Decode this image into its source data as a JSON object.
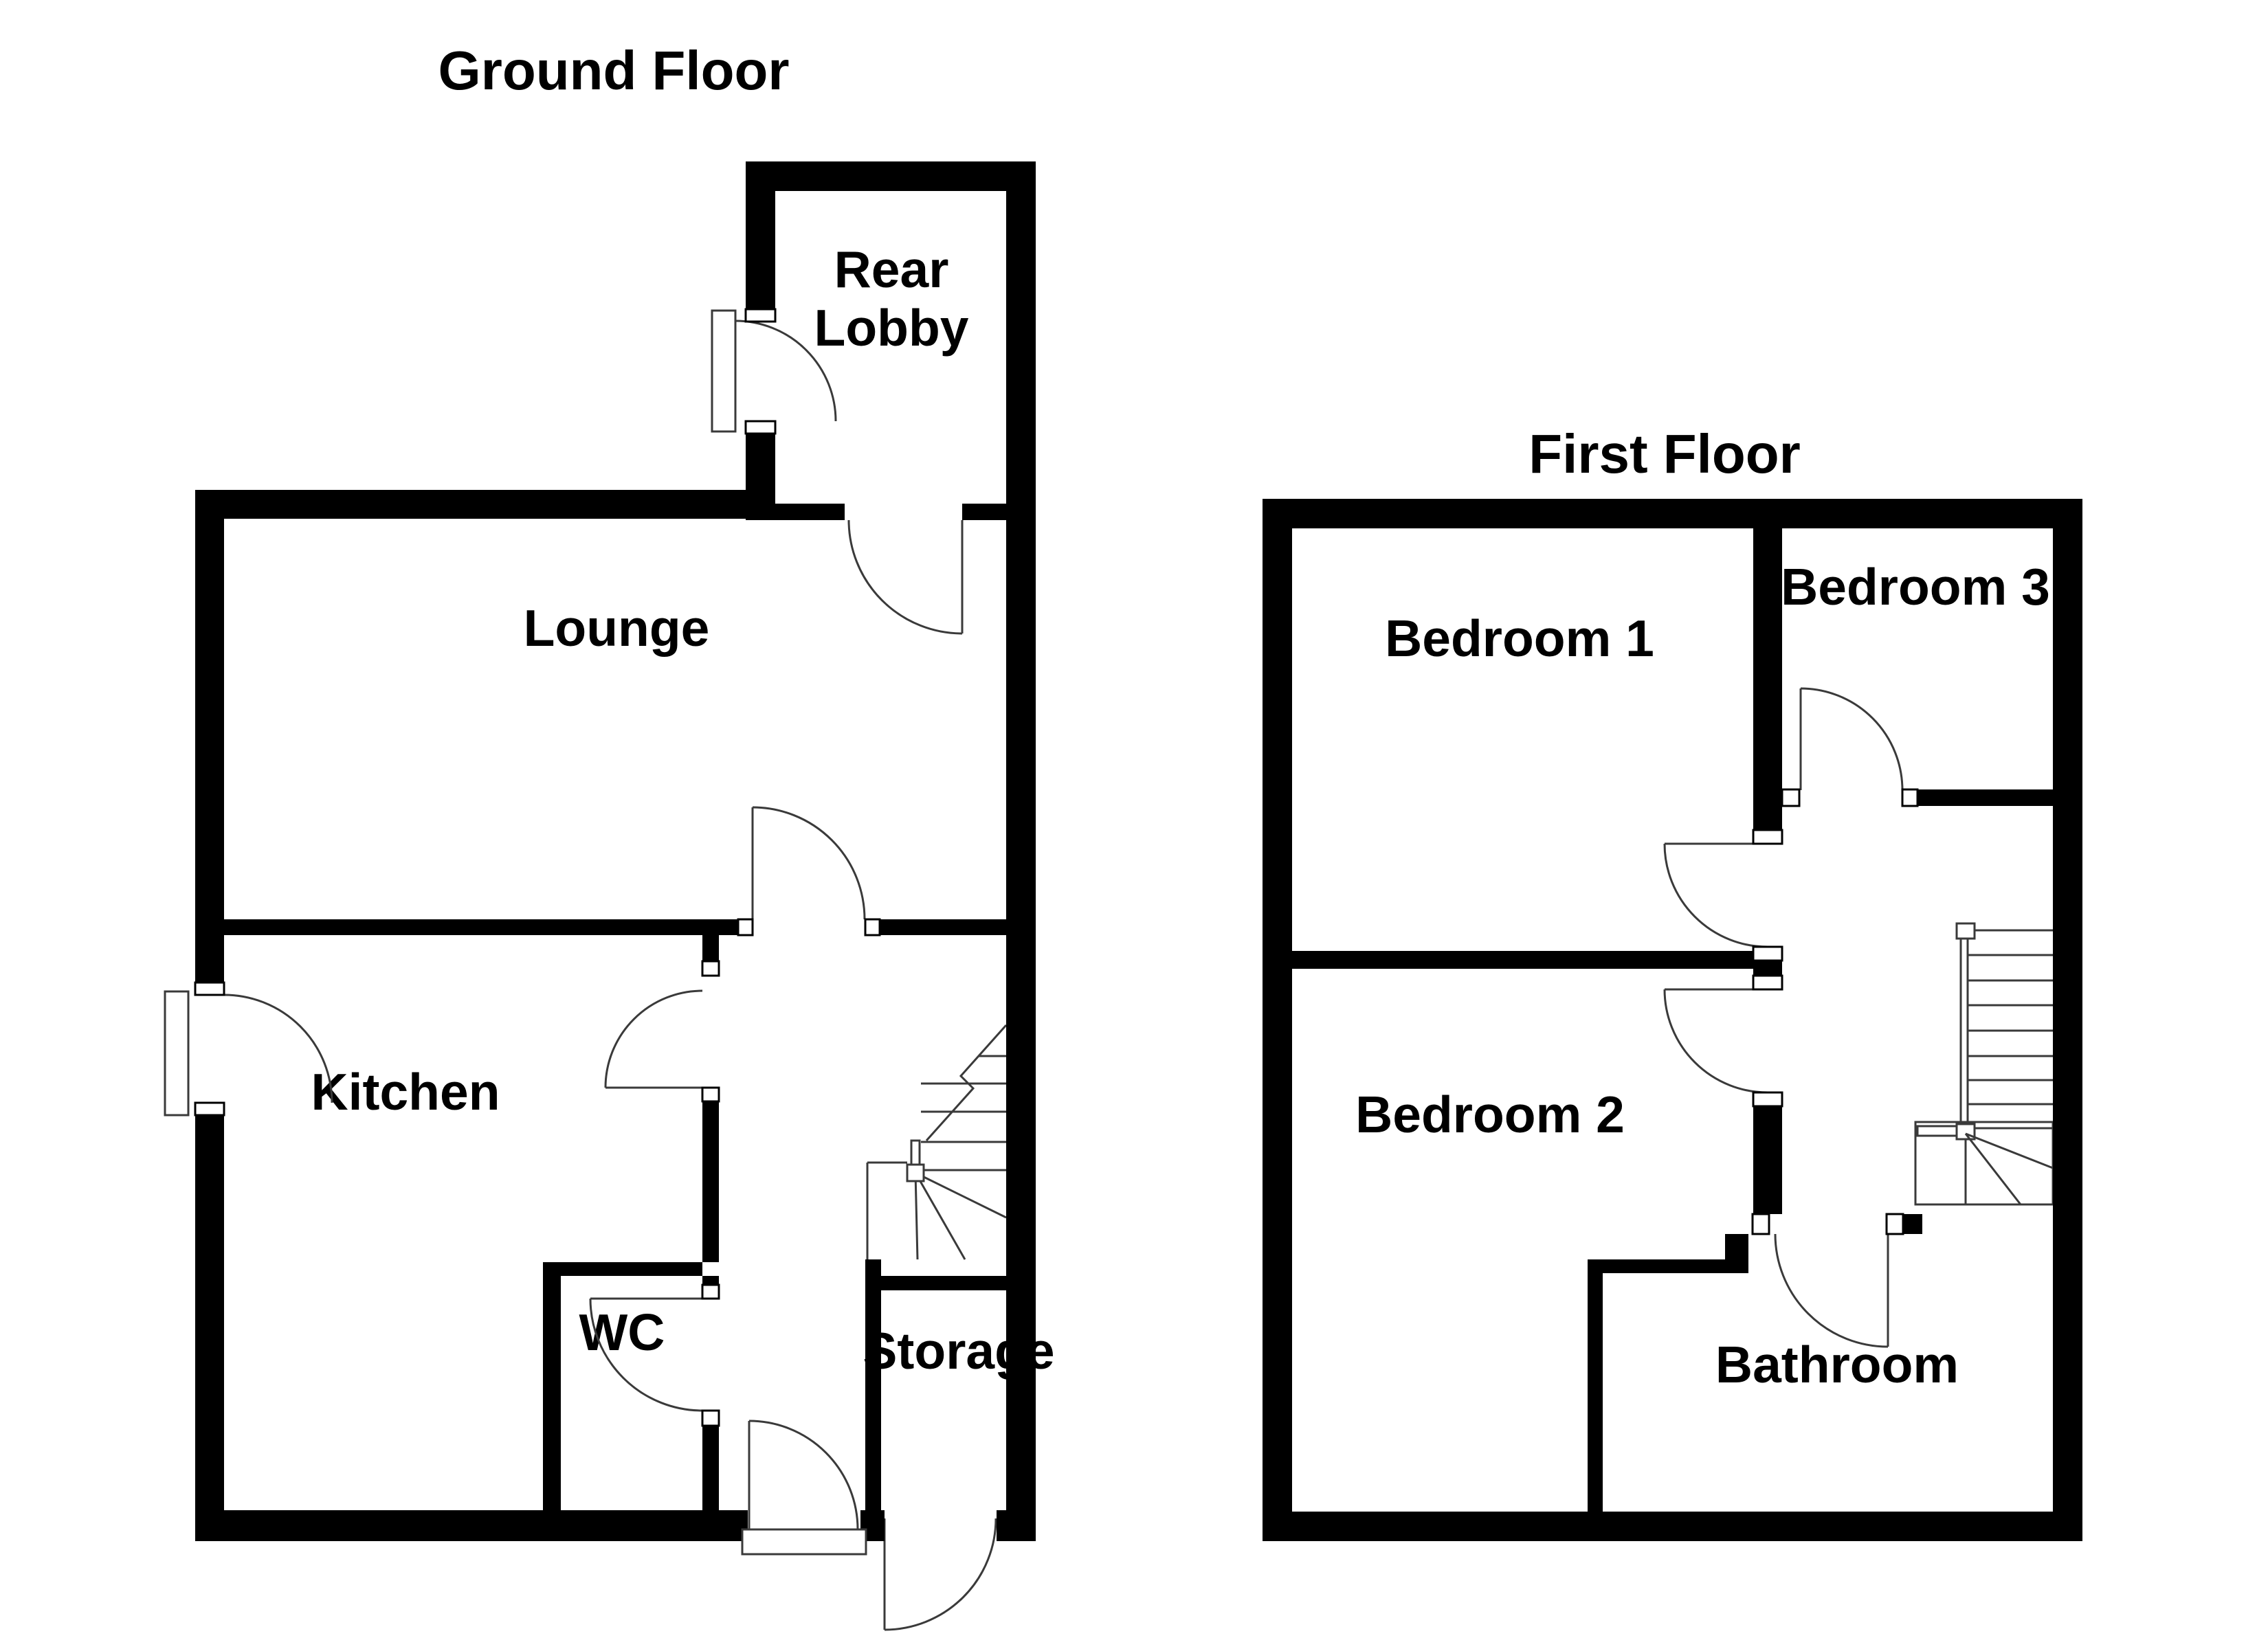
{
  "document": {
    "type": "floor-plan",
    "floor_count": 2
  },
  "floors": [
    {
      "title": "Ground Floor",
      "rooms": [
        "Rear Lobby",
        "Lounge",
        "Kitchen",
        "WC",
        "Storage"
      ]
    },
    {
      "title": "First Floor",
      "rooms": [
        "Bedroom 1",
        "Bedroom 3",
        "Bedroom 2",
        "Bathroom"
      ]
    }
  ],
  "labels": {
    "ground_title": "Ground Floor",
    "first_title": "First Floor",
    "rear_lobby_line1": "Rear",
    "rear_lobby_line2": "Lobby",
    "lounge": "Lounge",
    "kitchen": "Kitchen",
    "wc": "WC",
    "storage": "Storage",
    "bedroom1": "Bedroom 1",
    "bedroom2": "Bedroom 2",
    "bedroom3": "Bedroom 3",
    "bathroom": "Bathroom"
  },
  "colors": {
    "wall": "#000000",
    "line": "#3a3a3a",
    "text": "#000000",
    "background": "#ffffff"
  }
}
